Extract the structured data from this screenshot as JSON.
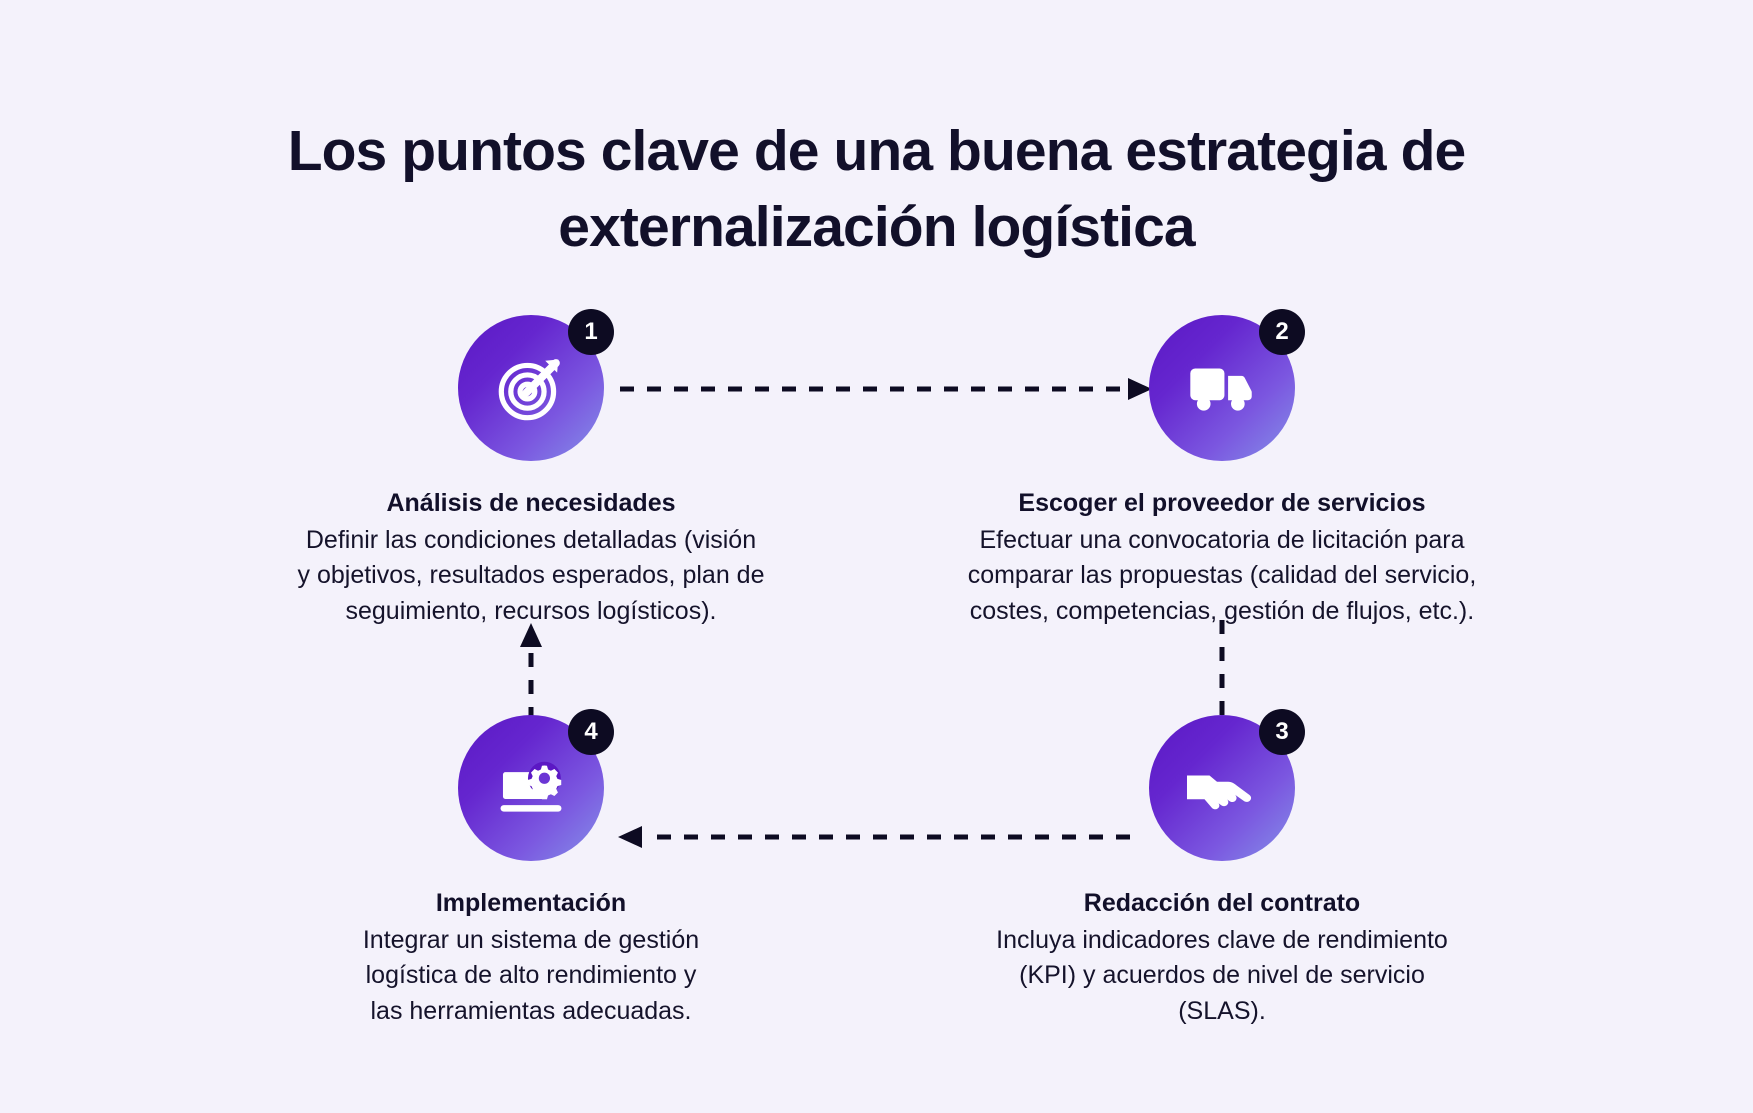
{
  "title": "Los puntos clave de una buena estrategia\nde externalización logística",
  "theme": {
    "background": "#f4f2fb",
    "circle_gradient_start": "#5b18c4",
    "circle_gradient_end": "#8591e8",
    "badge_background": "#0d0b22",
    "badge_text": "#ffffff",
    "text_color": "#12102a",
    "arrow_color": "#0d0b22"
  },
  "steps": [
    {
      "number": "1",
      "icon": "target-arrow-icon",
      "title": "Análisis de necesidades",
      "description": "Definir las condiciones detalladas (visión\ny objetivos, resultados esperados, plan de\nseguimiento, recursos logísticos)."
    },
    {
      "number": "2",
      "icon": "delivery-truck-icon",
      "title": "Escoger el proveedor de servicios",
      "description": "Efectuar una convocatoria de licitación para\ncomparar las propuestas (calidad del servicio,\ncostes, competencias, gestión de flujos, etc.)."
    },
    {
      "number": "3",
      "icon": "handshake-icon",
      "title": "Redacción del contrato",
      "description": "Incluya indicadores clave de rendimiento\n(KPI) y acuerdos de nivel de servicio\n(SLAS)."
    },
    {
      "number": "4",
      "icon": "laptop-gear-icon",
      "title": "Implementación",
      "description": "Integrar un sistema de gestión\nlogística de alto rendimiento y\nlas herramientas adecuadas."
    }
  ],
  "connectors": [
    {
      "name": "arrow-step1-to-step2",
      "direction": "right"
    },
    {
      "name": "arrow-step2-to-step3",
      "direction": "down"
    },
    {
      "name": "arrow-step3-to-step4",
      "direction": "left"
    },
    {
      "name": "arrow-step4-to-step1",
      "direction": "up"
    }
  ]
}
